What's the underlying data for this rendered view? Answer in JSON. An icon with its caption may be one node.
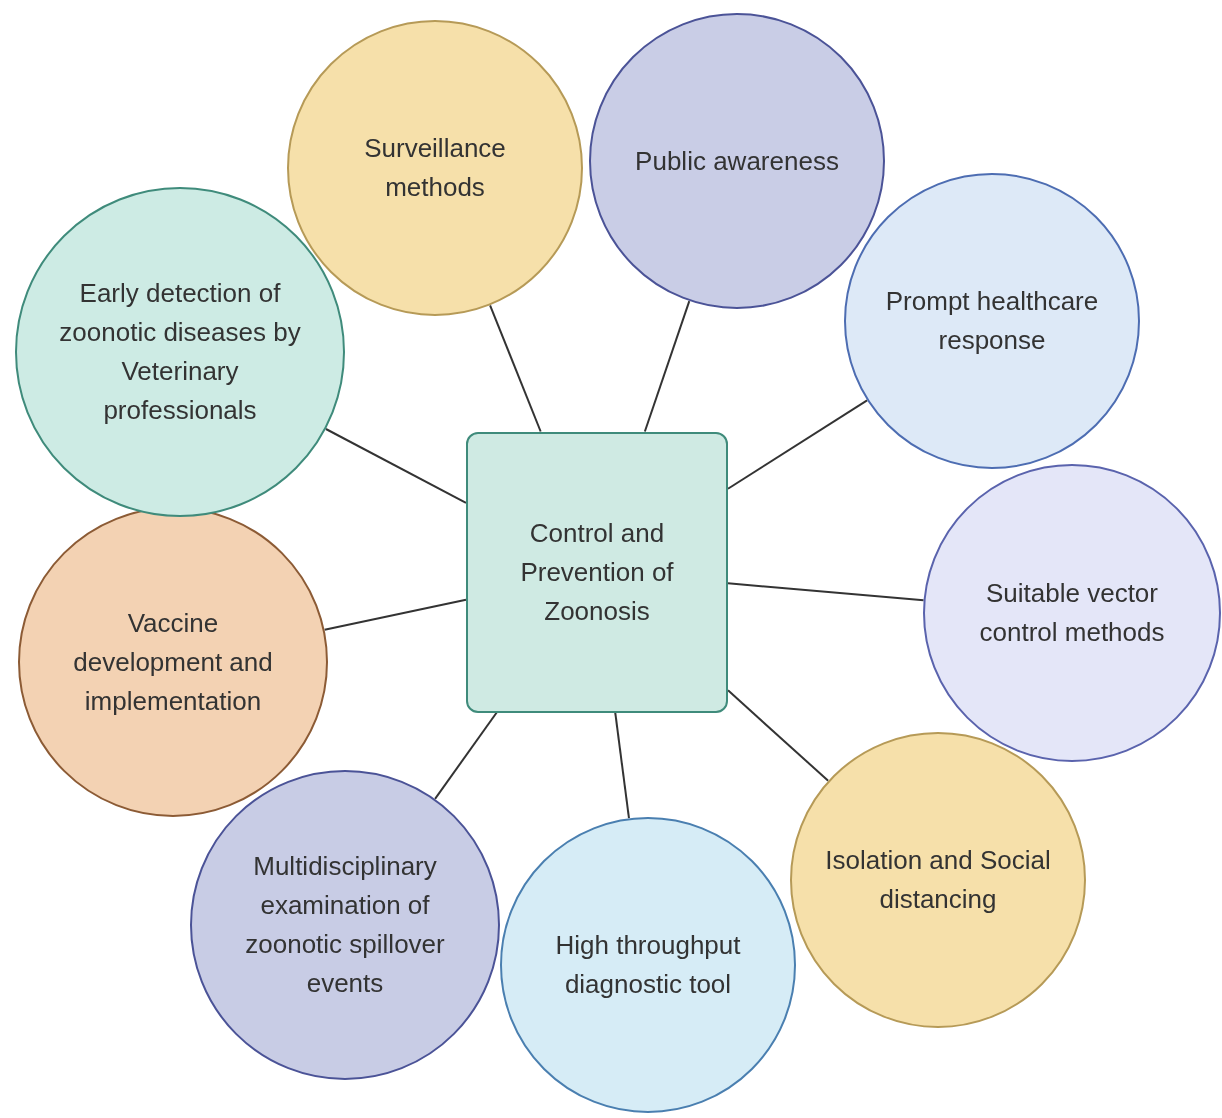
{
  "diagram": {
    "nodes": [
      {
        "text": [
          "Control and Prevention of Zoonosis"
        ]
      },
      {
        "text": [
          "Surveillance methods"
        ]
      },
      {
        "text": [
          "Public awareness"
        ]
      },
      {
        "text": [
          "Prompt healthcare response"
        ]
      },
      {
        "text": [
          "Suitable vector control methods"
        ]
      },
      {
        "text": [
          "Isolation and Social distancing"
        ]
      },
      {
        "text": [
          "High throughput diagnostic tool"
        ]
      },
      {
        "text": [
          "Multidisciplinary examination of zoonotic spillover events"
        ]
      },
      {
        "text": [
          "Vaccine development and implementation"
        ]
      },
      {
        "text": [
          "Early detection of zoonotic diseases by Veterinary professionals"
        ]
      }
    ],
    "edges": [
      {
        "from": 0,
        "to": 1,
        "arrow": "none"
      },
      {
        "from": 0,
        "to": 2,
        "arrow": "none"
      },
      {
        "from": 0,
        "to": 3,
        "arrow": "none"
      },
      {
        "from": 0,
        "to": 4,
        "arrow": "none"
      },
      {
        "from": 0,
        "to": 5,
        "arrow": "none"
      },
      {
        "from": 0,
        "to": 6,
        "arrow": "none"
      },
      {
        "from": 0,
        "to": 7,
        "arrow": "none"
      },
      {
        "from": 0,
        "to": 8,
        "arrow": "none"
      },
      {
        "from": 0,
        "to": 9,
        "arrow": "none"
      }
    ]
  }
}
